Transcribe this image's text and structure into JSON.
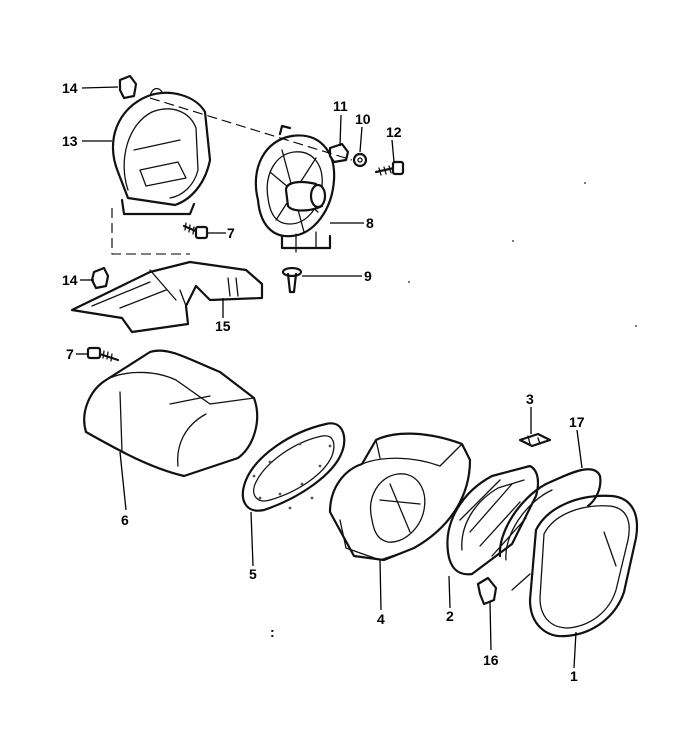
{
  "callouts": {
    "c1": "1",
    "c2": "2",
    "c3": "3",
    "c4": "4",
    "c5": "5",
    "c6": "6",
    "c7a": "7",
    "c7b": "7",
    "c8": "8",
    "c9": "9",
    "c10": "10",
    "c11": "11",
    "c12": "12",
    "c13": "13",
    "c14a": "14",
    "c14b": "14",
    "c15": "15",
    "c16": "16",
    "c17": "17"
  },
  "stray_mark": ":"
}
